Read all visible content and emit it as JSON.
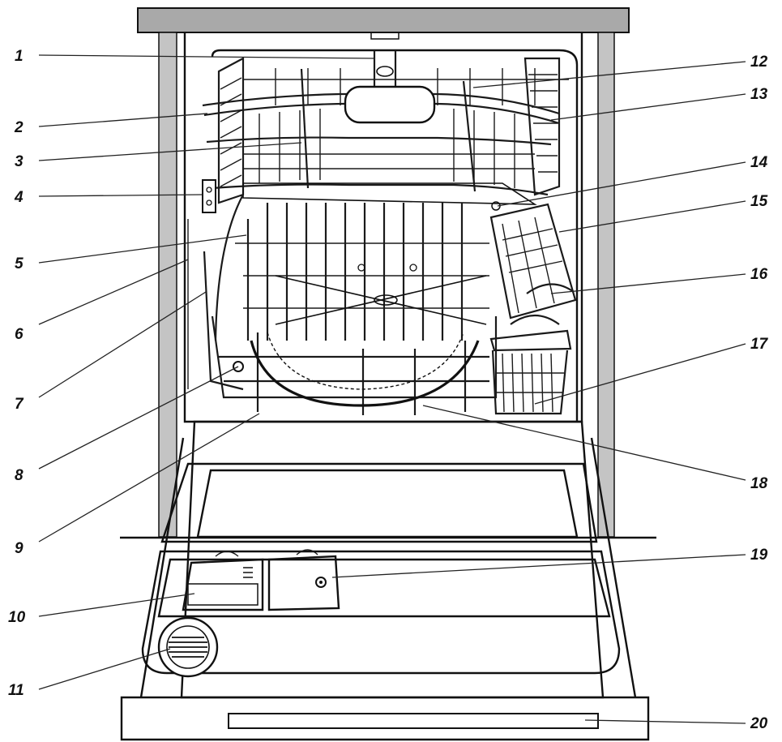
{
  "callouts": [
    {
      "id": "1",
      "label": "1"
    },
    {
      "id": "2",
      "label": "2"
    },
    {
      "id": "3",
      "label": "3"
    },
    {
      "id": "4",
      "label": "4"
    },
    {
      "id": "5",
      "label": "5"
    },
    {
      "id": "6",
      "label": "6"
    },
    {
      "id": "7",
      "label": "7"
    },
    {
      "id": "8",
      "label": "8"
    },
    {
      "id": "9",
      "label": "9"
    },
    {
      "id": "10",
      "label": "10"
    },
    {
      "id": "11",
      "label": "11"
    },
    {
      "id": "12",
      "label": "12"
    },
    {
      "id": "13",
      "label": "13"
    },
    {
      "id": "14",
      "label": "14"
    },
    {
      "id": "15",
      "label": "15"
    },
    {
      "id": "16",
      "label": "16"
    },
    {
      "id": "17",
      "label": "17"
    },
    {
      "id": "18",
      "label": "18"
    },
    {
      "id": "19",
      "label": "19"
    },
    {
      "id": "20",
      "label": "20"
    }
  ],
  "colors": {
    "line": "#111111",
    "cabinet_panel": "#a9a9a9",
    "side_panel": "#c4c4c4",
    "background": "#ffffff"
  }
}
